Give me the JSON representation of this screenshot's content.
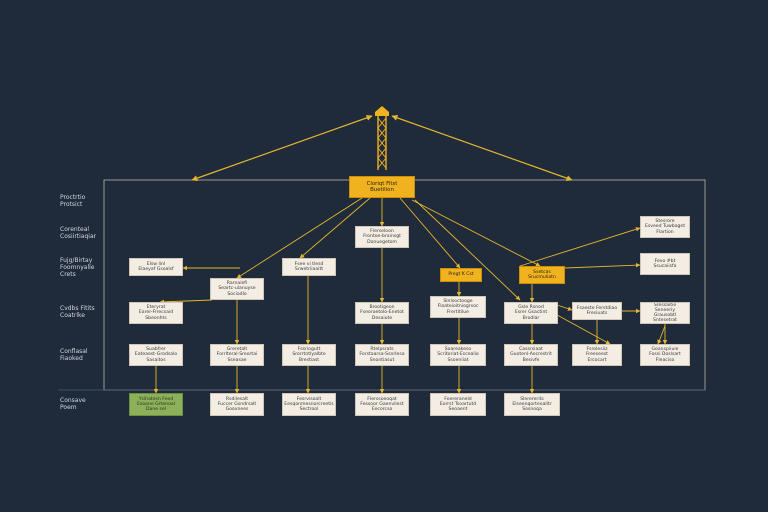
{
  "colors": {
    "background": "#1f2a3b",
    "frame": "#b7b8a3",
    "arrow": "#e6b72c",
    "node": "#f3ede4",
    "highlight": "#f0b21f",
    "green": "#8db05a"
  },
  "row_labels": [
    "Proctrtio\nProtsict",
    "Corenteal\nCosiirtiaqiar",
    "Fujg/Birtay\nFoomnyalle\nCrets",
    "Cvdbs Fitits\nCoatrlke",
    "Conflasal\nFiaoked",
    "Consave\nPoem"
  ],
  "root": {
    "label": "Cloriqt Fitst\nBuetilion",
    "icon": "tower-icon"
  },
  "nodes": [
    {
      "id": "r2a",
      "text": "Flerseloon\nFrontoe-brainsgt\nDonuegetom"
    },
    {
      "id": "r2b",
      "text": "Stesrore\nEsveed Tuwbaget\nFlartion"
    },
    {
      "id": "r3a",
      "text": "Elsw linl\nElaeyaf Gsoalsf"
    },
    {
      "id": "r3b",
      "text": "Rarnaiefi\nSeartc-ulanuyse\nSociadlo"
    },
    {
      "id": "r3c",
      "text": "Fsee vi tlesd\nSrwetriiaaitt"
    },
    {
      "id": "r3d",
      "text": "Pregt K Cst"
    },
    {
      "id": "r3e",
      "text": "Ssetcas\nSrucmuliatn"
    },
    {
      "id": "r3f",
      "text": "Fevo #bt\nSsucaiisfa"
    },
    {
      "id": "r4a",
      "text": "Eteryrat\nEarer-Frrecsaid\nSbeonhts"
    },
    {
      "id": "r4b",
      "text": "Brootigeon\nFseoraetolo-Enetot\nDesaiute"
    },
    {
      "id": "r4c",
      "text": "Slnlsoctooge\nFloateioitniogrsoc\nFrertitilue"
    },
    {
      "id": "r4d",
      "text": "Gsle Rsnod\nEsrer Gsactint\nBrodlar"
    },
    {
      "id": "r4e",
      "text": "Fsaeste Ferstdiao\nFresiuats"
    },
    {
      "id": "r4f",
      "text": "Sressaitie\nSeneeriy Grausobtl\nSntesetrat"
    },
    {
      "id": "r5a",
      "text": "Suabfrer\nEateaest-Grodsalo\nSasaitos"
    },
    {
      "id": "r5b",
      "text": "Greretalt\nForrlteral-Sreortai\nSseasae"
    },
    {
      "id": "r5c",
      "text": "Fssriogutt\nSrorrtntlyalbte\nBrestiast"
    },
    {
      "id": "r5d",
      "text": "Rtelpsrats\nForstaarsa-Ssnrlesa\nSnontiasut"
    },
    {
      "id": "r5e",
      "text": "Soareakeso\nScritoriat-Escealio\nSsoeniiat"
    },
    {
      "id": "r5f",
      "text": "Cassrsiaat\nGuotenl-Aocrestrit\nBesivfe"
    },
    {
      "id": "r5g",
      "text": "Fsrolesiiz\nFreeseest\nErcocart"
    },
    {
      "id": "r5h",
      "text": "Goanspiiuie\nFossi Doslsart\nFleaciso"
    },
    {
      "id": "r6a",
      "text": "Ysihatesn Feed\nEsoone Grtenoal\nDane sel"
    },
    {
      "id": "r6b",
      "text": "Rsdilesalt\nFuccer Gsndrsalt\nGoovnees"
    },
    {
      "id": "r6c",
      "text": "Fesrvisoalt\nEesqonmesnorcreetis\nSectrool"
    },
    {
      "id": "r6d",
      "text": "Flerssoeoqat\nFessoor Gaenvilest\nEecorcso"
    },
    {
      "id": "r6e",
      "text": "Foereraneld\nEorrst Tsoartutd\nSeoaent"
    },
    {
      "id": "r6f",
      "text": "Slerererits\nElseenqorteoalitr\nSosnoqa"
    }
  ]
}
